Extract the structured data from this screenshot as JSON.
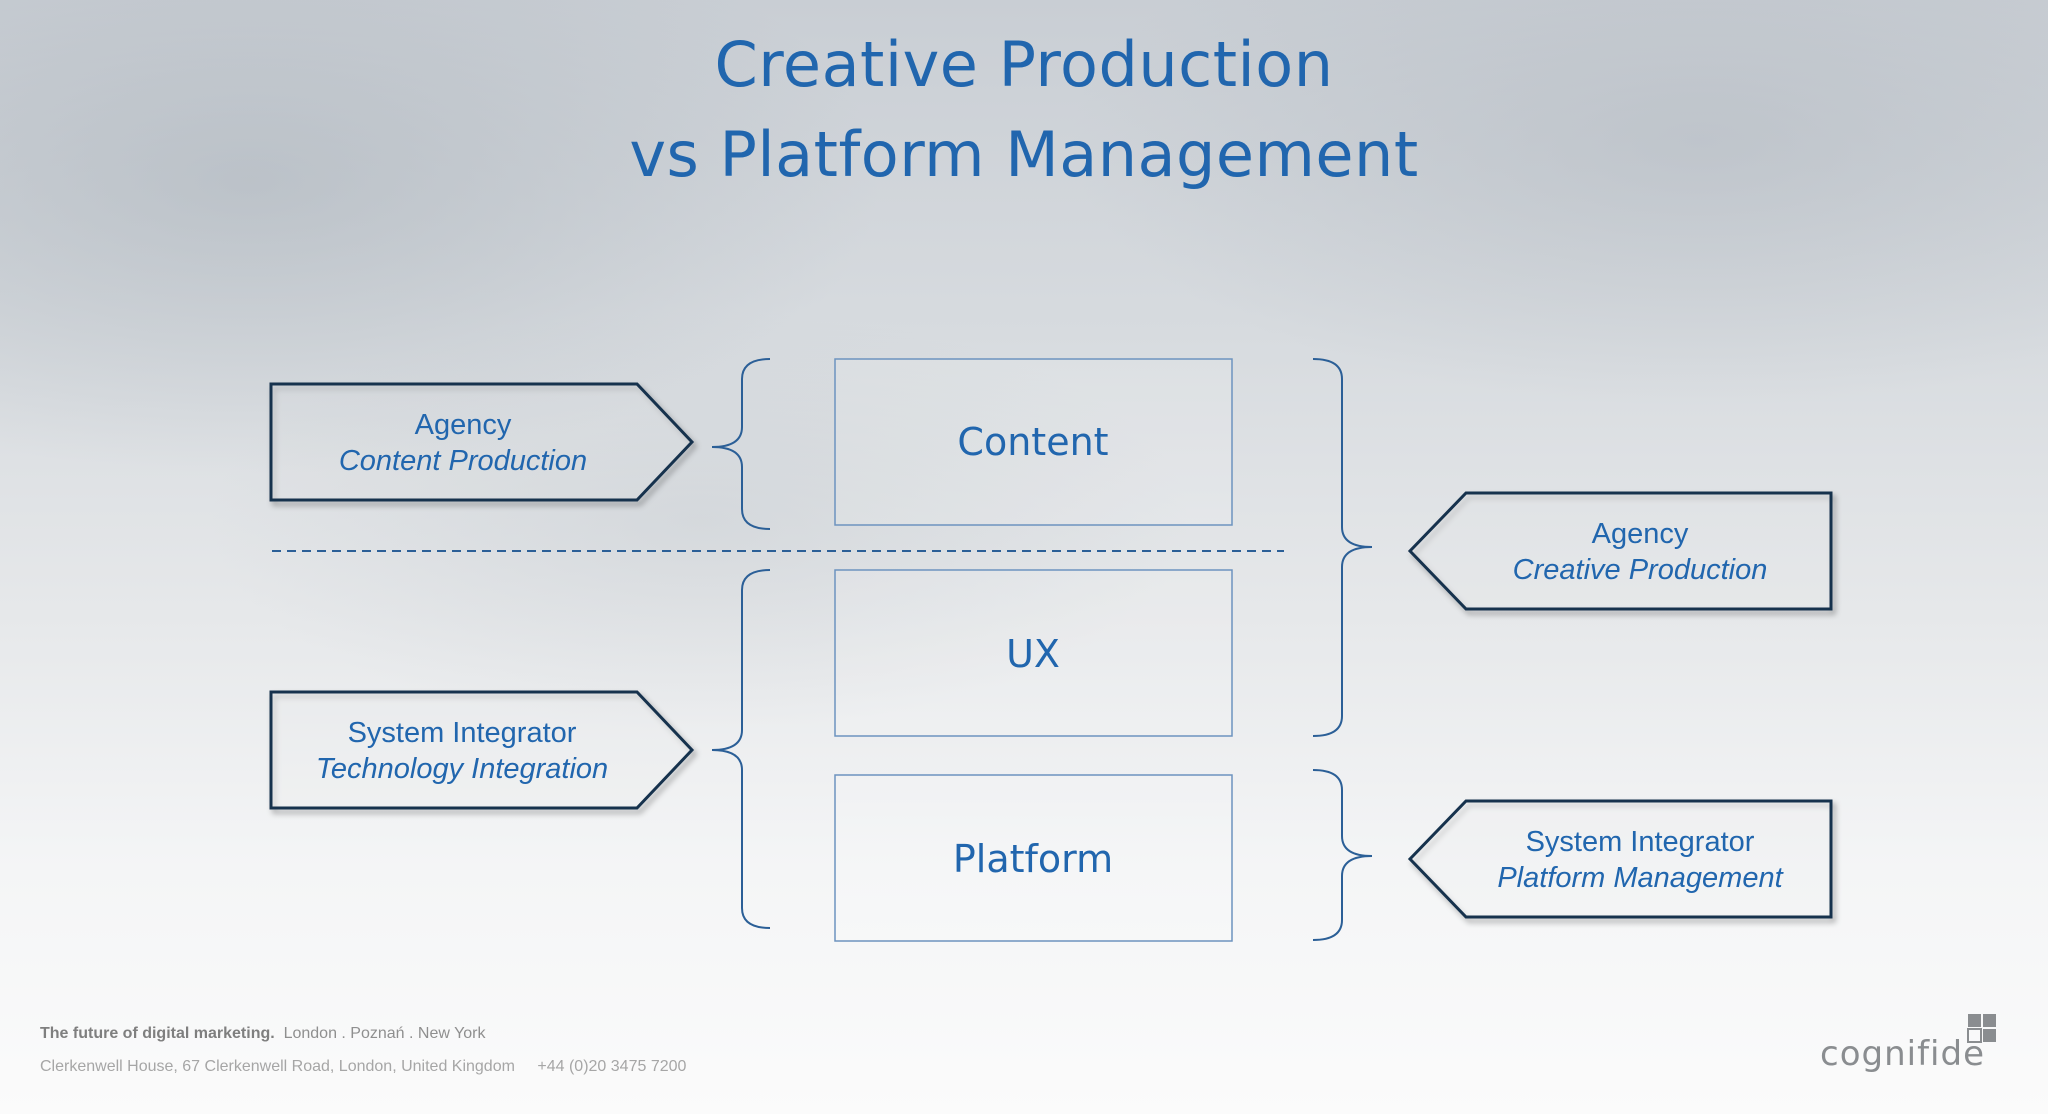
{
  "slide": {
    "title_line1": "Creative Production",
    "title_line2": "vs Platform Management"
  },
  "layers": {
    "content": "Content",
    "ux": "UX",
    "platform": "Platform"
  },
  "left_labels": {
    "agency": {
      "role": "Agency",
      "function": "Content Production"
    },
    "system_integrator": {
      "role": "System Integrator",
      "function": "Technology Integration"
    }
  },
  "right_labels": {
    "agency": {
      "role": "Agency",
      "function": "Creative Production"
    },
    "system_integrator": {
      "role": "System Integrator",
      "function": "Platform Management"
    }
  },
  "footer": {
    "tagline": "The future of digital marketing.",
    "cities": "London . Poznań . New York",
    "address": "Clerkenwell House, 67 Clerkenwell Road, London, United Kingdom",
    "phone": "+44 (0)20 3475 7200",
    "logo_text": "cognifide"
  },
  "colors": {
    "accent_blue": "#2166ae",
    "arrow_border": "#17324d",
    "box_border": "#6d93bf"
  }
}
